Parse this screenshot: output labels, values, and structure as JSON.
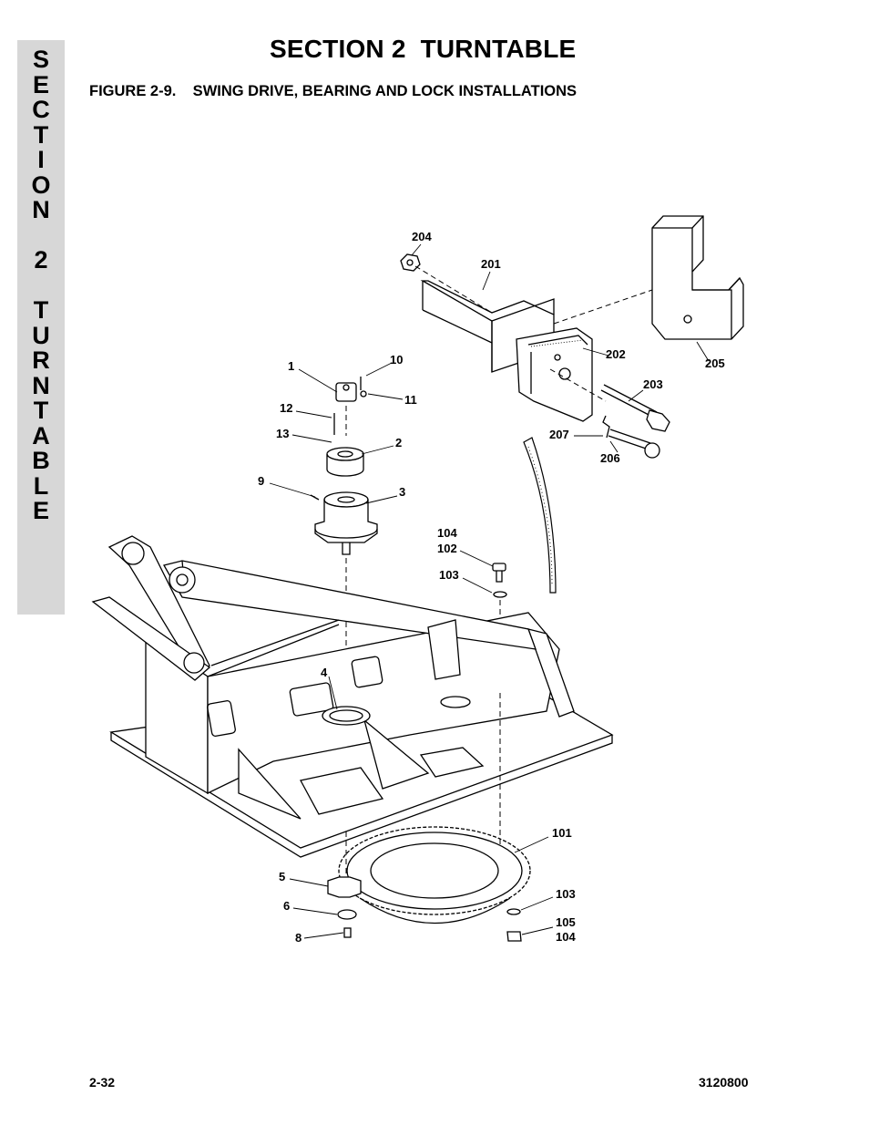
{
  "side_tab": {
    "letters": [
      "S",
      "E",
      "C",
      "T",
      "I",
      "O",
      "N",
      "",
      "2",
      "",
      "T",
      "U",
      "R",
      "N",
      "T",
      "A",
      "B",
      "L",
      "E"
    ]
  },
  "header": {
    "section_title": "SECTION 2  TURNTABLE",
    "figure_title": "FIGURE 2-9.    SWING DRIVE, BEARING AND LOCK INSTALLATIONS"
  },
  "callouts": {
    "c1": "1",
    "c2": "2",
    "c3": "3",
    "c4": "4",
    "c5": "5",
    "c6": "6",
    "c8": "8",
    "c9": "9",
    "c10": "10",
    "c11": "11",
    "c12": "12",
    "c13": "13",
    "c101": "101",
    "c102": "102",
    "c103a": "103",
    "c103b": "103",
    "c104a": "104",
    "c104b": "104",
    "c105": "105",
    "c201": "201",
    "c202": "202",
    "c203": "203",
    "c204": "204",
    "c205": "205",
    "c206": "206",
    "c207": "207"
  },
  "footer": {
    "page_number": "2-32",
    "document_number": "3120800"
  }
}
